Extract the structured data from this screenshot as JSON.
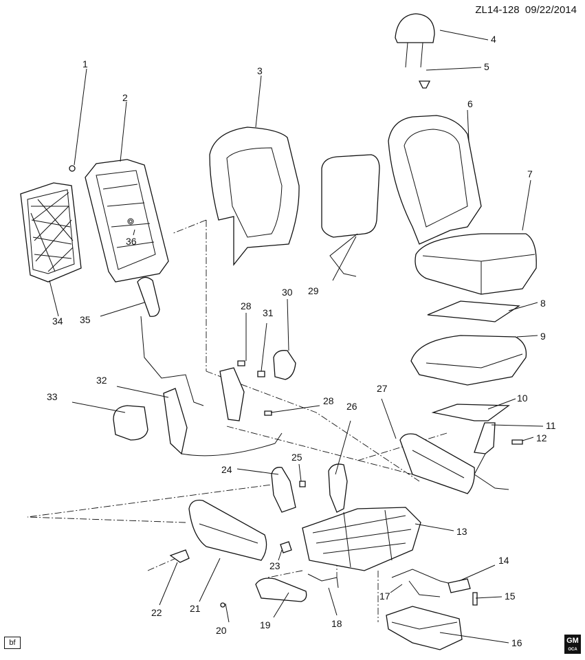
{
  "header": {
    "doc_code": "ZL14-128",
    "date": "09/22/2014"
  },
  "footer": {
    "box_label": "bf",
    "logo_text": "GM",
    "logo_sub": "OCA"
  },
  "callouts": [
    "1",
    "2",
    "3",
    "4",
    "5",
    "6",
    "7",
    "8",
    "9",
    "10",
    "11",
    "12",
    "13",
    "14",
    "15",
    "16",
    "17",
    "18",
    "19",
    "20",
    "21",
    "22",
    "23",
    "24",
    "25",
    "26",
    "27",
    "28",
    "28",
    "29",
    "30",
    "31",
    "32",
    "33",
    "34",
    "35",
    "36"
  ]
}
